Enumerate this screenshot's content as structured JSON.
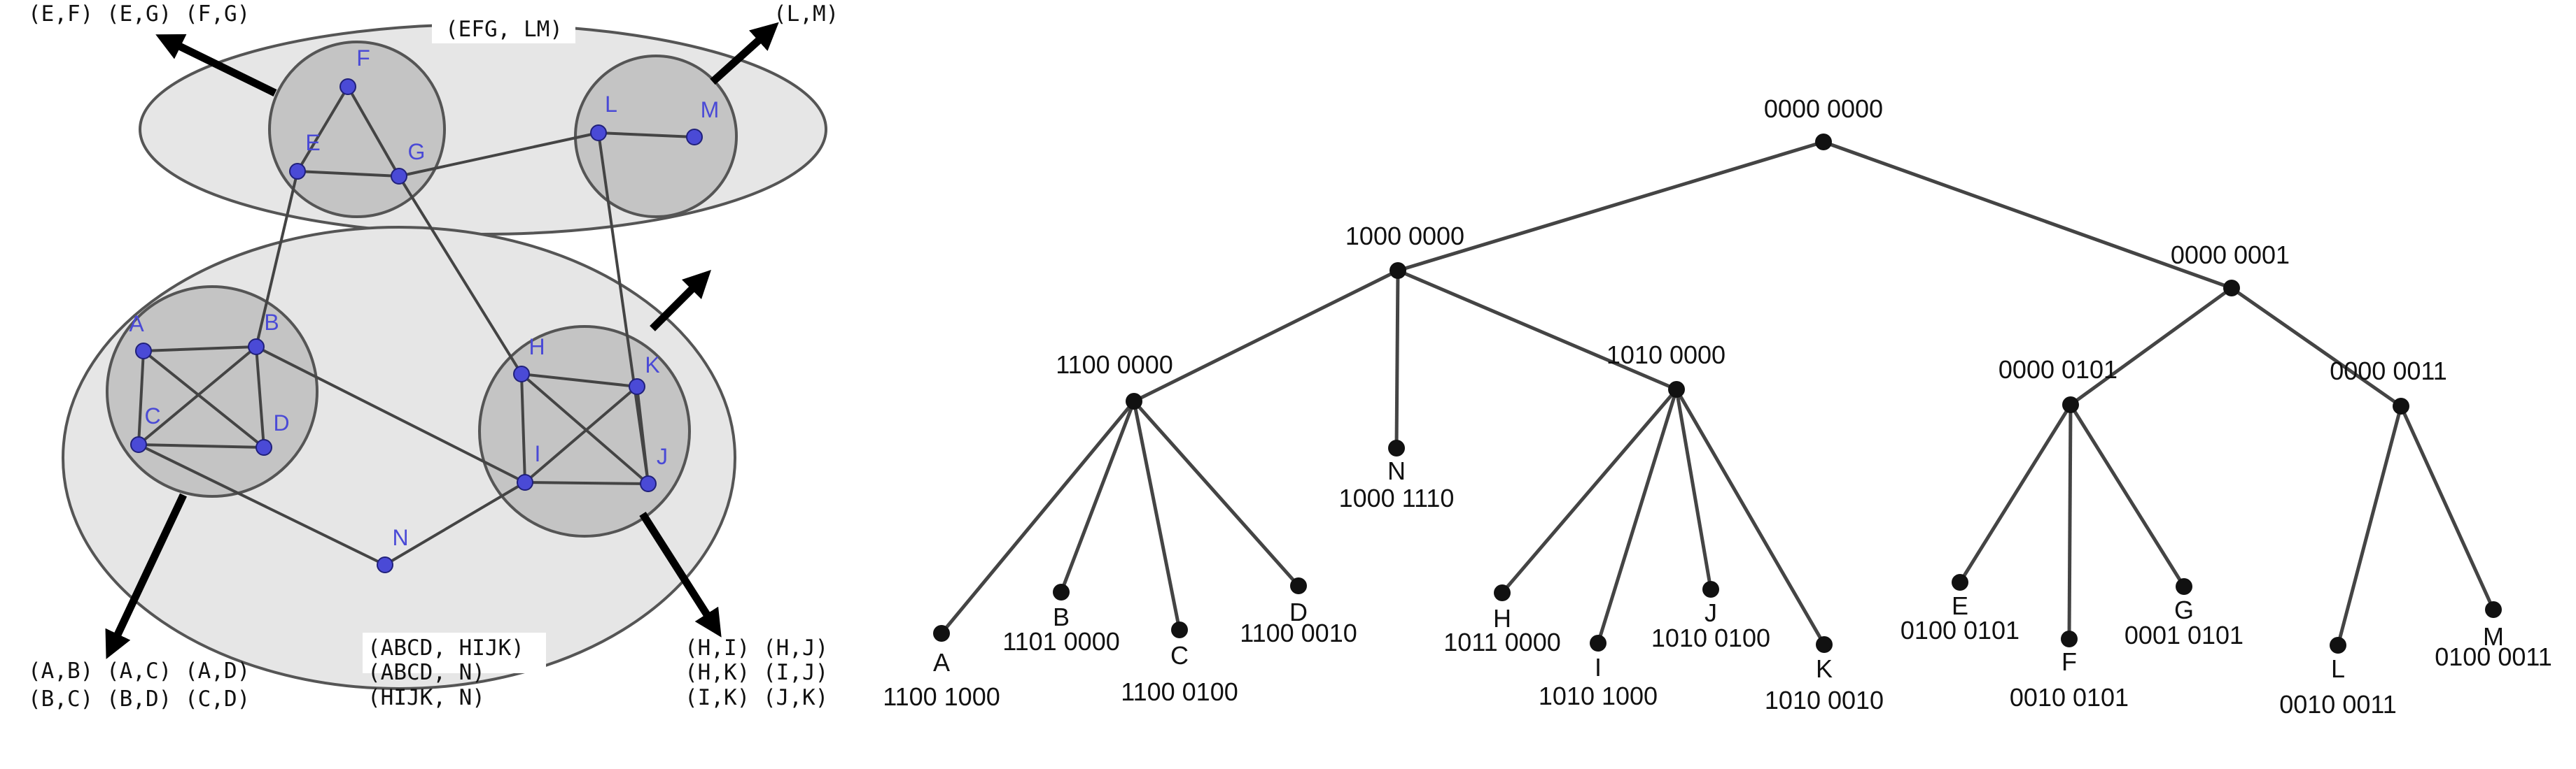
{
  "graph": {
    "nodes": [
      "A",
      "B",
      "C",
      "D",
      "E",
      "F",
      "G",
      "H",
      "I",
      "J",
      "K",
      "L",
      "M",
      "N"
    ],
    "edges": [
      [
        "A",
        "B"
      ],
      [
        "A",
        "C"
      ],
      [
        "A",
        "D"
      ],
      [
        "B",
        "C"
      ],
      [
        "B",
        "D"
      ],
      [
        "C",
        "D"
      ],
      [
        "E",
        "F"
      ],
      [
        "E",
        "G"
      ],
      [
        "F",
        "G"
      ],
      [
        "L",
        "M"
      ],
      [
        "H",
        "I"
      ],
      [
        "H",
        "J"
      ],
      [
        "H",
        "K"
      ],
      [
        "I",
        "J"
      ],
      [
        "I",
        "K"
      ],
      [
        "J",
        "K"
      ],
      [
        "G",
        "L"
      ],
      [
        "E",
        "B"
      ],
      [
        "G",
        "H"
      ],
      [
        "L",
        "J"
      ],
      [
        "B",
        "I"
      ],
      [
        "C",
        "N"
      ],
      [
        "N",
        "I"
      ]
    ],
    "annotations": {
      "efg_edges": "(E,F) (E,G) (F,G)",
      "efg_lm": "(EFG, LM)",
      "lm_edge": "(L,M)",
      "abcd_line1": "(A,B) (A,C) (A,D)",
      "abcd_line2": "(B,C) (B,D) (C,D)",
      "mid_line1": "(ABCD, HIJK)",
      "mid_line2": "(ABCD, N)",
      "mid_line3": "(HIJK, N)",
      "hijk_line1": "(H,I) (H,J)",
      "hijk_line2": "(H,K) (I,J)",
      "hijk_line3": "(I,K) (J,K)"
    }
  },
  "tree": {
    "nodes": [
      {
        "id": "root",
        "code": "0000 0000",
        "parent": null
      },
      {
        "id": "n1000",
        "code": "1000 0000",
        "parent": "root"
      },
      {
        "id": "n0001",
        "code": "0000 0001",
        "parent": "root"
      },
      {
        "id": "n1100",
        "code": "1100 0000",
        "parent": "n1000"
      },
      {
        "id": "N",
        "name": "N",
        "code": "1000 1110",
        "parent": "n1000"
      },
      {
        "id": "n1010",
        "code": "1010 0000",
        "parent": "n1000"
      },
      {
        "id": "n0101",
        "code": "0000 0101",
        "parent": "n0001"
      },
      {
        "id": "n0011",
        "code": "0000 0011",
        "parent": "n0001"
      },
      {
        "id": "A",
        "name": "A",
        "code": "1100 1000",
        "parent": "n1100"
      },
      {
        "id": "B",
        "name": "B",
        "code": "1101 0000",
        "parent": "n1100"
      },
      {
        "id": "C",
        "name": "C",
        "code": "1100 0100",
        "parent": "n1100"
      },
      {
        "id": "D",
        "name": "D",
        "code": "1100 0010",
        "parent": "n1100"
      },
      {
        "id": "H",
        "name": "H",
        "code": "1011 0000",
        "parent": "n1010"
      },
      {
        "id": "I",
        "name": "I",
        "code": "1010 1000",
        "parent": "n1010"
      },
      {
        "id": "J",
        "name": "J",
        "code": "1010 0100",
        "parent": "n1010"
      },
      {
        "id": "K",
        "name": "K",
        "code": "1010 0010",
        "parent": "n1010"
      },
      {
        "id": "E",
        "name": "E",
        "code": "0100 0101",
        "parent": "n0101"
      },
      {
        "id": "F",
        "name": "F",
        "code": "0010 0101",
        "parent": "n0101"
      },
      {
        "id": "G",
        "name": "G",
        "code": "0001 0101",
        "parent": "n0101"
      },
      {
        "id": "L",
        "name": "L",
        "code": "0010 0011",
        "parent": "n0011"
      },
      {
        "id": "M",
        "name": "M",
        "code": "0100 0011",
        "parent": "n0011"
      }
    ]
  },
  "colors": {
    "region_fill": "#e6e6e6",
    "cluster_fill": "#c4c4c4",
    "outline": "#555555",
    "graph_node": "#4a4ad6",
    "tree_edge": "#444444",
    "tree_node": "#111111"
  }
}
